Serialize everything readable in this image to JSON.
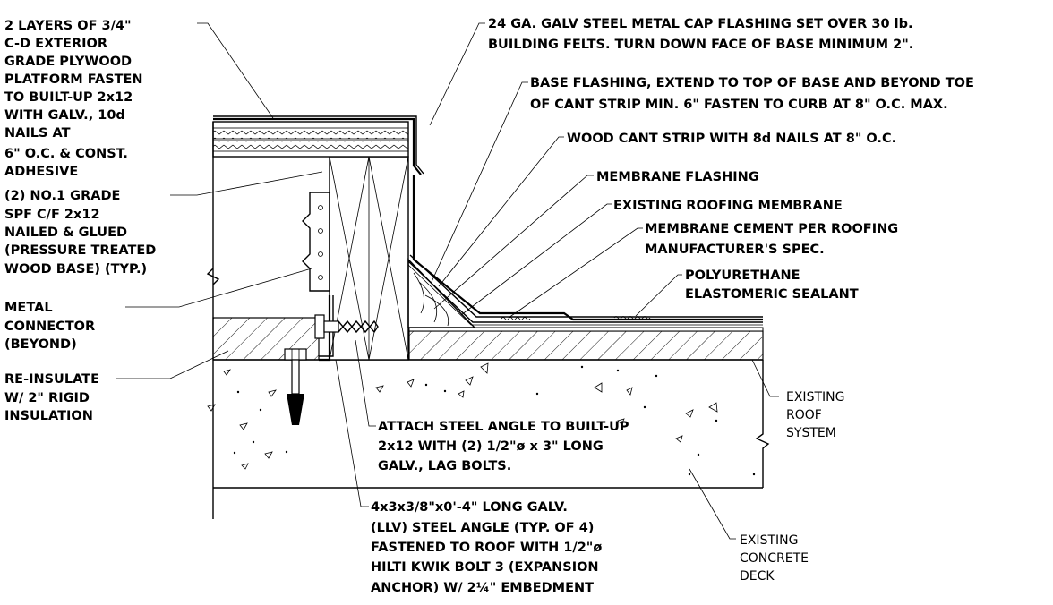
{
  "labels": {
    "plywood": [
      "2 LAYERS OF 3/4\"",
      "C-D EXTERIOR",
      "GRADE PLYWOOD",
      "PLATFORM FASTEN",
      "TO BUILT-UP 2x12",
      "WITH GALV., 10d",
      "NAILS AT",
      "6\" O.C. & CONST.",
      "ADHESIVE"
    ],
    "spf": [
      "(2) NO.1 GRADE",
      "SPF C/F 2x12",
      "NAILED & GLUED",
      "(PRESSURE TREATED",
      "WOOD BASE) (TYP.)"
    ],
    "connector": [
      "METAL",
      "CONNECTOR",
      "(BEYOND)"
    ],
    "insulate": [
      "RE-INSULATE",
      "W/ 2\" RIGID",
      "INSULATION"
    ],
    "cap_flashing": [
      "24 GA. GALV STEEL METAL CAP FLASHING SET OVER 30 lb.",
      "BUILDING FELTS. TURN DOWN FACE OF BASE MINIMUM 2\"."
    ],
    "base_flashing": [
      "BASE FLASHING, EXTEND TO TOP OF BASE AND BEYOND TOE",
      "OF CANT STRIP MIN. 6\" FASTEN TO CURB AT 8\" O.C. MAX."
    ],
    "cant_strip": [
      "WOOD CANT STRIP WITH 8d NAILS AT 8\" O.C."
    ],
    "membrane_flashing": [
      "MEMBRANE FLASHING"
    ],
    "existing_membrane": [
      "EXISTING ROOFING MEMBRANE"
    ],
    "membrane_cement": [
      "MEMBRANE CEMENT PER ROOFING",
      "MANUFACTURER'S SPEC."
    ],
    "sealant": [
      "POLYURETHANE",
      "ELASTOMERIC SEALANT"
    ],
    "attach_angle": [
      "ATTACH STEEL ANGLE TO BUILT-UP",
      "2x12 WITH (2) 1/2\"ø x 3\" LONG",
      "GALV., LAG BOLTS."
    ],
    "steel_angle": [
      "4x3x3/8\"x0'-4\" LONG GALV.",
      "(LLV) STEEL ANGLE (TYP. OF 4)",
      "FASTENED TO ROOF WITH 1/2\"ø",
      "HILTI KWIK BOLT 3 (EXPANSION",
      "ANCHOR) W/ 2¼\" EMBEDMENT"
    ],
    "roof_system": [
      "EXISTING",
      "ROOF",
      "SYSTEM"
    ],
    "concrete_deck": [
      "EXISTING",
      "CONCRETE",
      "DECK"
    ]
  }
}
